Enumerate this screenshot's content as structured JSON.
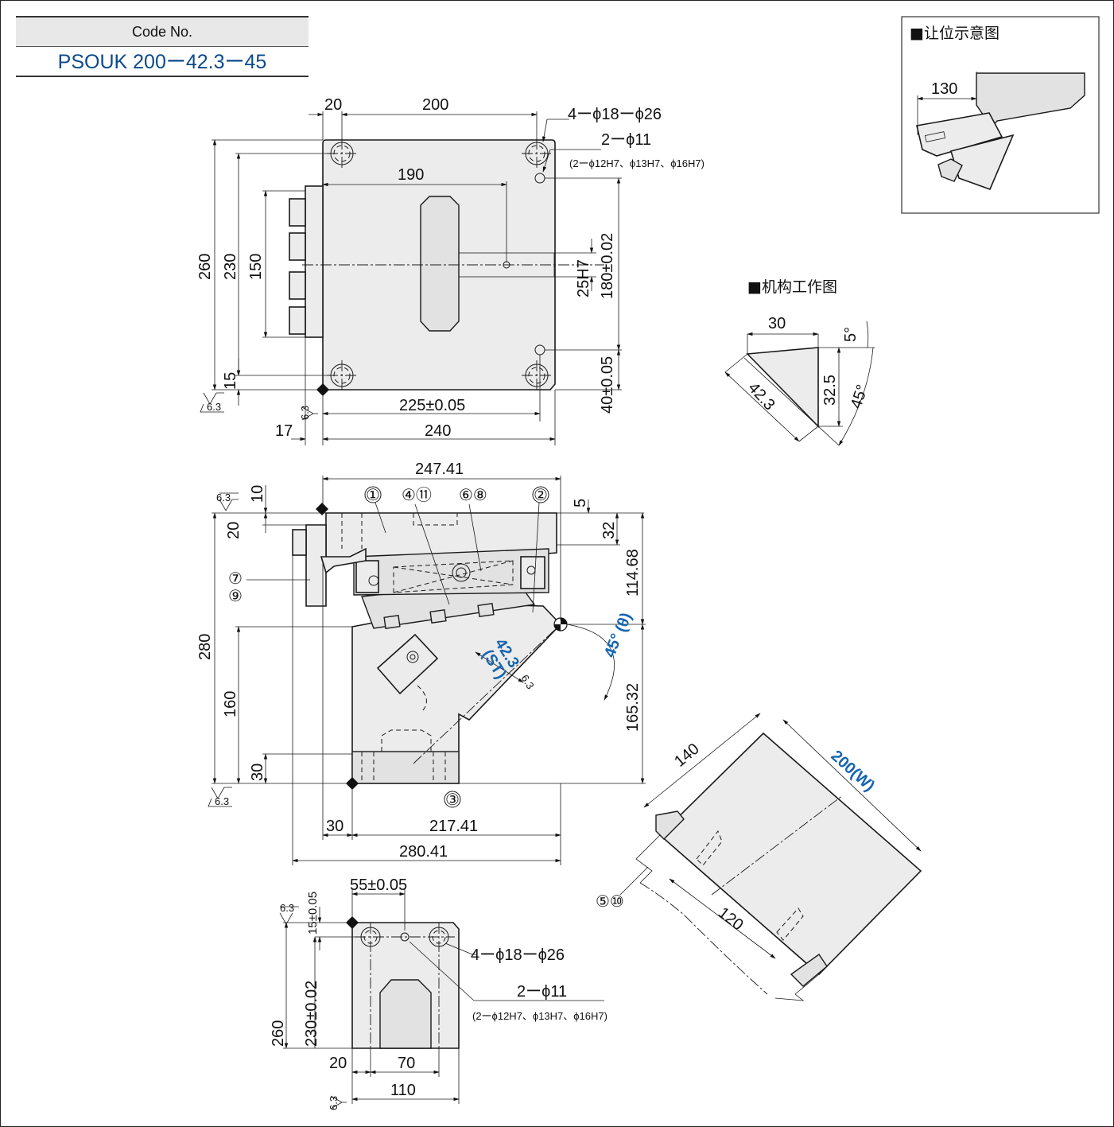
{
  "code_box": {
    "header": "Code No.",
    "value": "PSOUK 200ー42.3ー45"
  },
  "inset_clearance": {
    "title": "■让位示意图",
    "dim": "130"
  },
  "inset_mechanism": {
    "title": "■机构工作图",
    "dims": [
      "30",
      "5°",
      "32.5",
      "45°",
      "42.3"
    ]
  },
  "top_view": {
    "dims": {
      "d20": "20",
      "d200": "200",
      "d190": "190",
      "d260": "260",
      "d230": "230",
      "d150": "150",
      "d15": "15",
      "d225": "225±0.05",
      "d240": "240",
      "d17": "17",
      "d25h7": "25H7",
      "d180": "180±0.02",
      "d40": "40±0.05",
      "roughness": "6.3"
    },
    "callouts": {
      "holes": "4ーϕ18ーϕ26",
      "pins": "2ーϕ11",
      "pins_opt": "(2ーϕ12H7、ϕ13H7、ϕ16H7)"
    }
  },
  "side_view": {
    "dims": {
      "d247": "247.41",
      "d10": "10",
      "d20": "20",
      "d5": "5",
      "d32": "32",
      "d114": "114.68",
      "d280": "280",
      "d160": "160",
      "d30": "30",
      "d165": "165.32",
      "d30b": "30",
      "d217": "217.41",
      "d280b": "280.41",
      "roughness": "6.3"
    },
    "balloons": [
      "①",
      "④⑪",
      "⑥⑧",
      "②",
      "⑦",
      "⑨",
      "③"
    ],
    "angle": "45°",
    "theta": "(θ)",
    "stroke": "42.3",
    "stroke_label": "(ST)"
  },
  "iso_view": {
    "dims": {
      "d140": "140",
      "d200w": "200(W)",
      "d120": "120"
    },
    "balloon": "⑤⑩"
  },
  "front_view": {
    "dims": {
      "d55": "55±0.05",
      "d15": "15±0.05",
      "d260": "260",
      "d230": "230±0.02",
      "d20": "20",
      "d70": "70",
      "d110": "110",
      "roughness": "6.3"
    },
    "callouts": {
      "holes": "4ーϕ18ーϕ26",
      "pins": "2ーϕ11",
      "pins_opt": "(2ーϕ12H7、ϕ13H7、ϕ16H7)"
    }
  }
}
